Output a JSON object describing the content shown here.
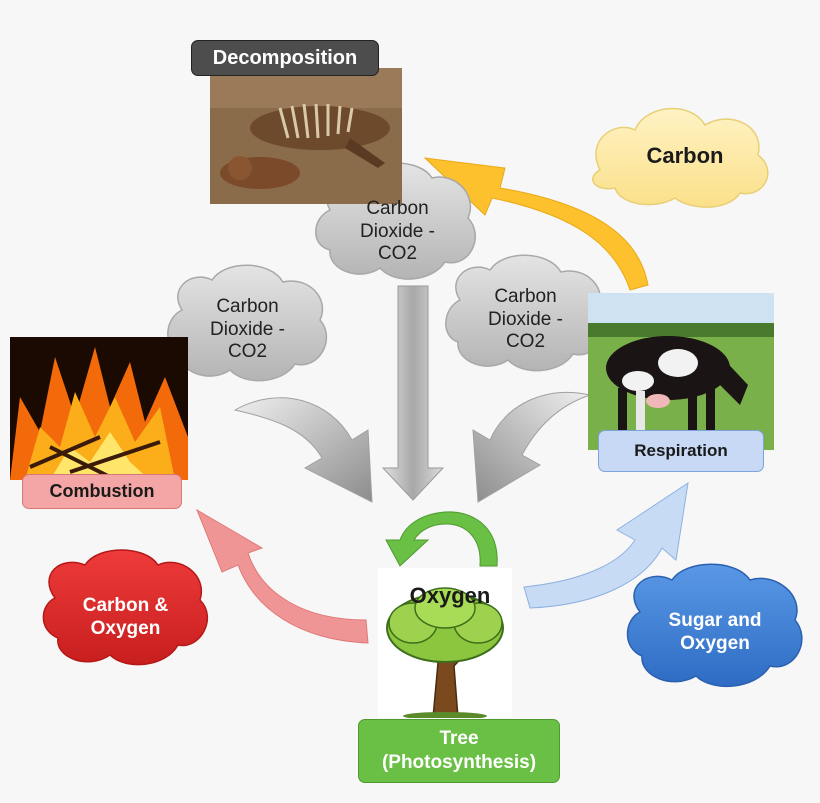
{
  "nodes": {
    "decomposition": {
      "label": "Decomposition",
      "icon": "dead-animal-photo"
    },
    "combustion": {
      "label": "Combustion",
      "icon": "fire-photo"
    },
    "respiration": {
      "label": "Respiration",
      "icon": "cow-photo"
    },
    "tree": {
      "label": "Tree\n(Photosynthesis)",
      "icon": "tree-icon"
    },
    "oxygen": {
      "label": "Oxygen"
    }
  },
  "clouds": {
    "carbon": "Carbon",
    "co2_top": "Carbon\nDioxide -\nCO2",
    "co2_left": "Carbon\nDioxide -\nCO2",
    "co2_right": "Carbon\nDioxide -\nCO2",
    "carbon_oxygen": "Carbon &\nOxygen",
    "sugar_oxygen": "Sugar and\nOxygen"
  },
  "colors": {
    "decomposition_label": "#4d4d4d",
    "combustion_label": "#f4a5a5",
    "respiration_label": "#c7d9f5",
    "tree_label": "#6abf45",
    "carbon_cloud": "#fde9a8",
    "co2_cloud": "#c8c8c8",
    "carbon_oxygen_cloud": "#e02a2a",
    "sugar_oxygen_cloud": "#3d7fd6",
    "arrow_yellow": "#fcc12d",
    "arrow_red": "#f09090",
    "arrow_blue": "#c5d9f5",
    "arrow_green": "#6abf45",
    "arrow_gray": "#9a9a9a"
  }
}
